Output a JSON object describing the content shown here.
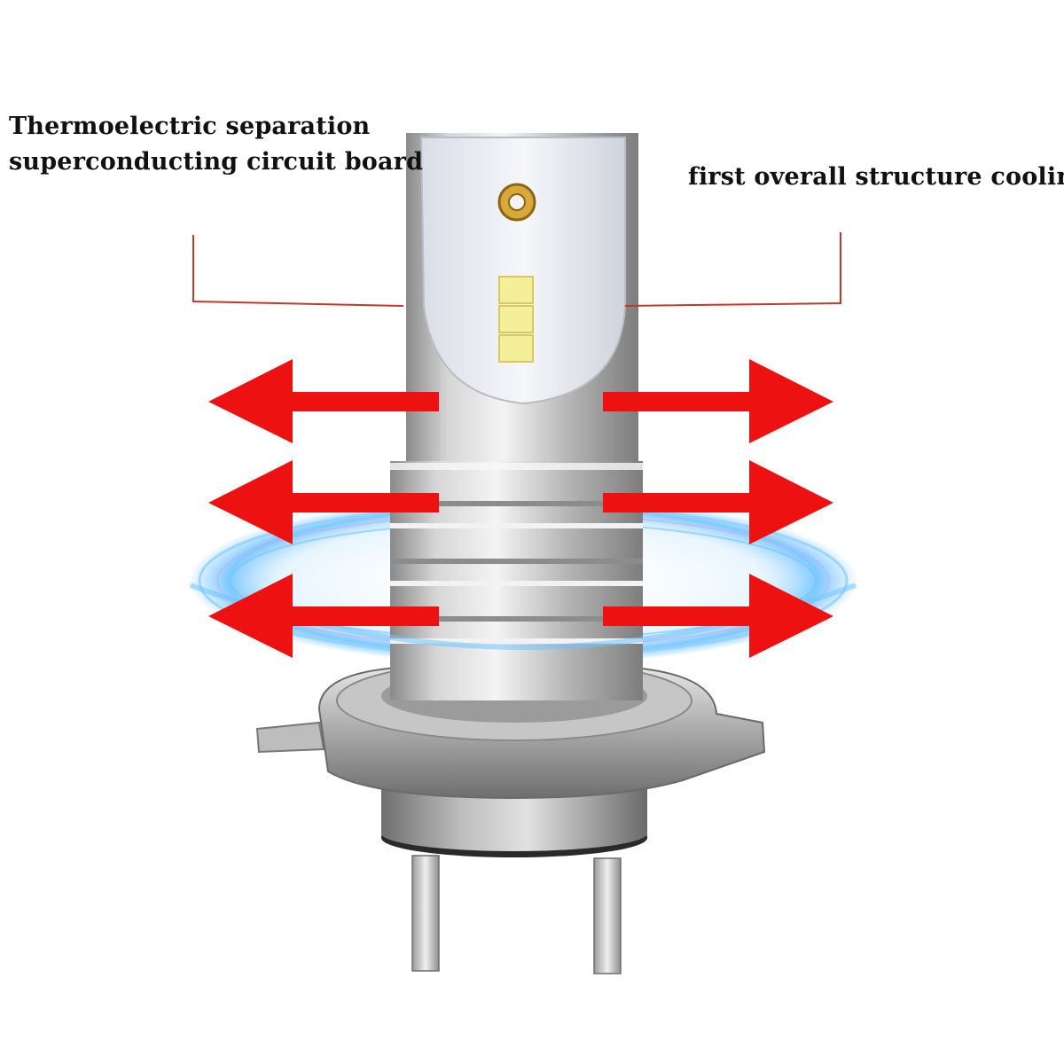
{
  "annotations": {
    "left_line1": "Thermoelectric separation",
    "left_line2": "superconducting circuit board",
    "right": "first overall structure cooling"
  },
  "colors": {
    "arrow": "#ee1111",
    "leader_line": "#c0392b",
    "glow": "#6fc3ff",
    "metal": "#a9a9a9",
    "led": "#f4ef9a",
    "board": "#eef0f4"
  },
  "icons": {
    "bulb": "led-headlight-bulb-illustration",
    "arrows": "heat-dissipation-arrow",
    "glow": "cooling-glow-ring"
  }
}
